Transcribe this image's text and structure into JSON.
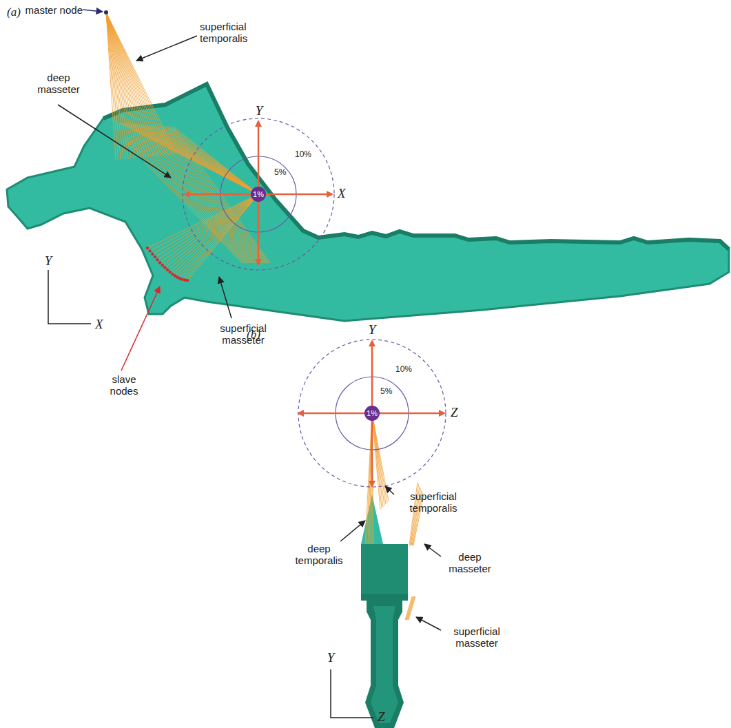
{
  "diagram": {
    "nodes": [
      {
        "text": [
          "1%"
        ]
      },
      {
        "text": [
          "1%"
        ]
      }
    ],
    "labels": [
      "(a)",
      "master node",
      "superficial temporalis",
      "deep masseter",
      "Y",
      "X",
      "10%",
      "5%",
      "superficial masseter",
      "slave nodes",
      "Y",
      "X",
      "(b)",
      "Y",
      "Z",
      "10%",
      "5%",
      "superficial temporalis",
      "deep temporalis",
      "deep masseter",
      "superficial masseter",
      "Y",
      "Z"
    ]
  }
}
